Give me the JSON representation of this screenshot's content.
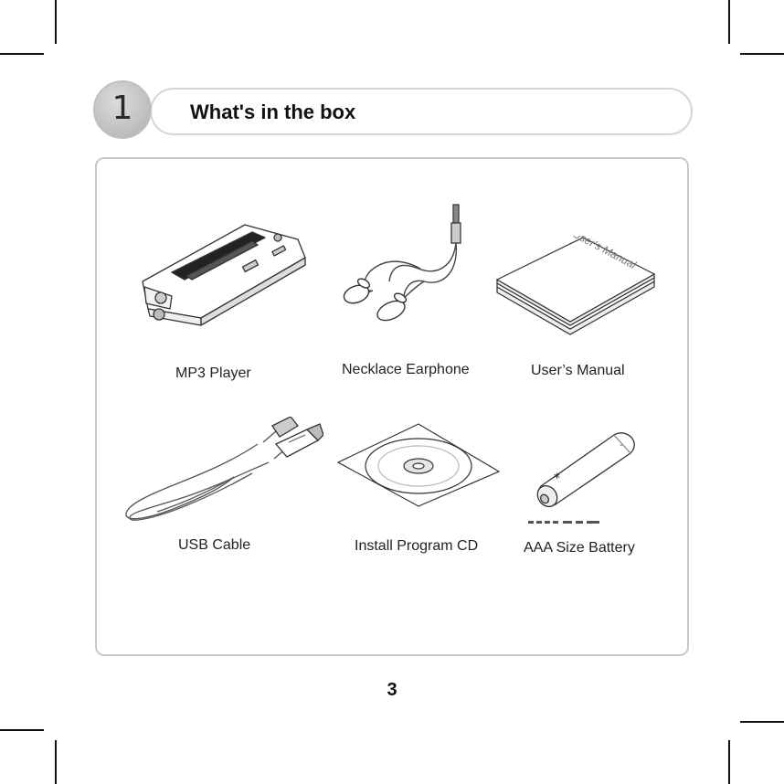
{
  "section": {
    "number": "1",
    "title": "What's in the box"
  },
  "items": [
    {
      "label": "MP3 Player",
      "icon": "mp3-player-icon"
    },
    {
      "label": "Necklace Earphone",
      "icon": "earphone-icon"
    },
    {
      "label": "User’s Manual",
      "icon": "manual-icon"
    },
    {
      "label": "USB Cable",
      "icon": "usb-cable-icon"
    },
    {
      "label": "Install Program CD",
      "icon": "cd-icon"
    },
    {
      "label": "AAA Size Battery",
      "icon": "battery-icon"
    }
  ],
  "manual_cover_text": "User's Manual",
  "page_number": "3"
}
